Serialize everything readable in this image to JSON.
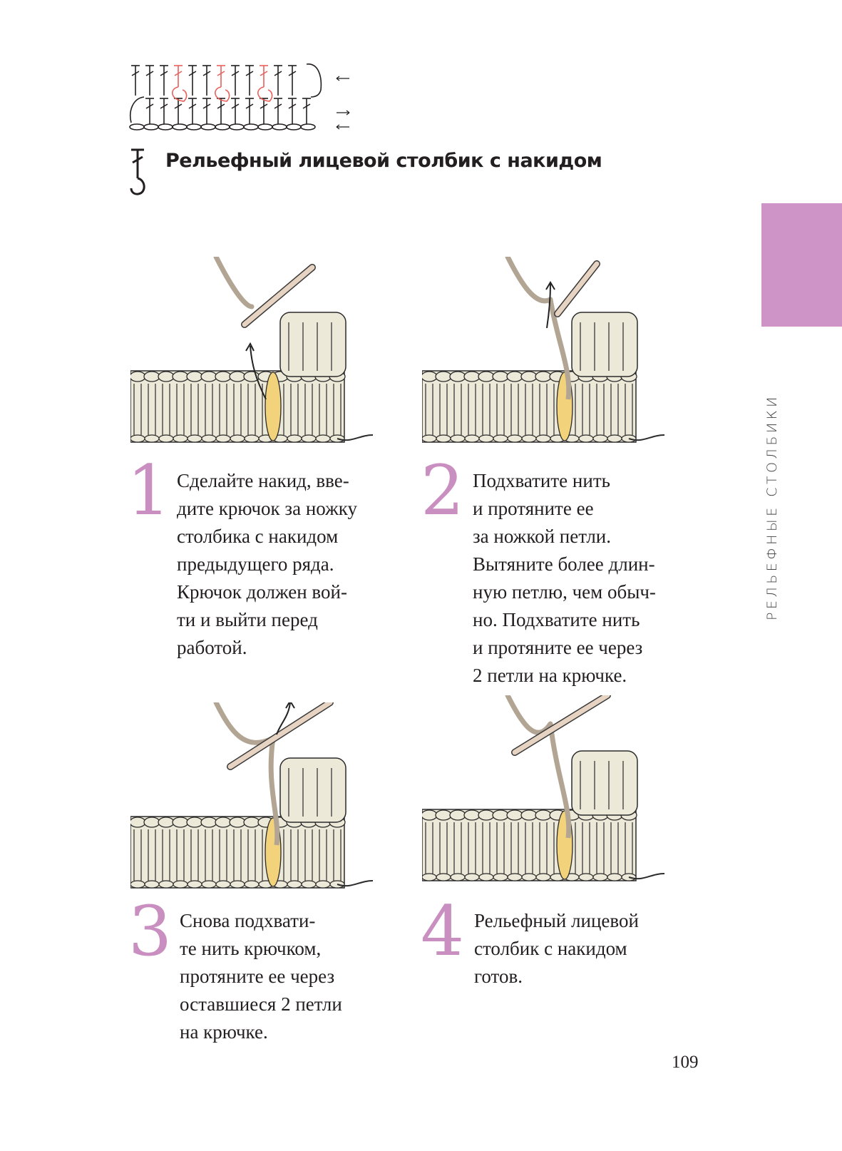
{
  "heading": "Рельефный лицевой столбик с накидом",
  "side_tab": "РЕЛЬЕФНЫЕ СТОЛБИКИ",
  "steps": [
    {
      "number": "1",
      "text": "Сделайте накид, вве-\nдите крючок за ножку\nстолбика с накидом\nпредыдущего ряда.\nКрючок должен вой-\nти и выйти перед\nработой."
    },
    {
      "number": "2",
      "text": "Подхватите нить\nи протяните ее\nза ножкой петли.\nВытяните более длин-\nную петлю, чем обыч-\nно. Подхватите нить\nи протяните ее через\n2 петли на крючке."
    },
    {
      "number": "3",
      "text": "Снова подхвати-\nте нить крючком,\nпротяните ее через\nоставшиеся 2 петли\nна крючке."
    },
    {
      "number": "4",
      "text": "Рельефный лицевой\nстолбик с накидом\nготов."
    }
  ],
  "page_number": "109",
  "colors": {
    "accent": "#cf94c7",
    "number": "#c98fc0",
    "symbol_red": "#e8605c",
    "yarn": "#ece9d8",
    "highlight": "#f2d27a",
    "working_yarn": "#b3a594",
    "hook": "#e6d3c2"
  }
}
